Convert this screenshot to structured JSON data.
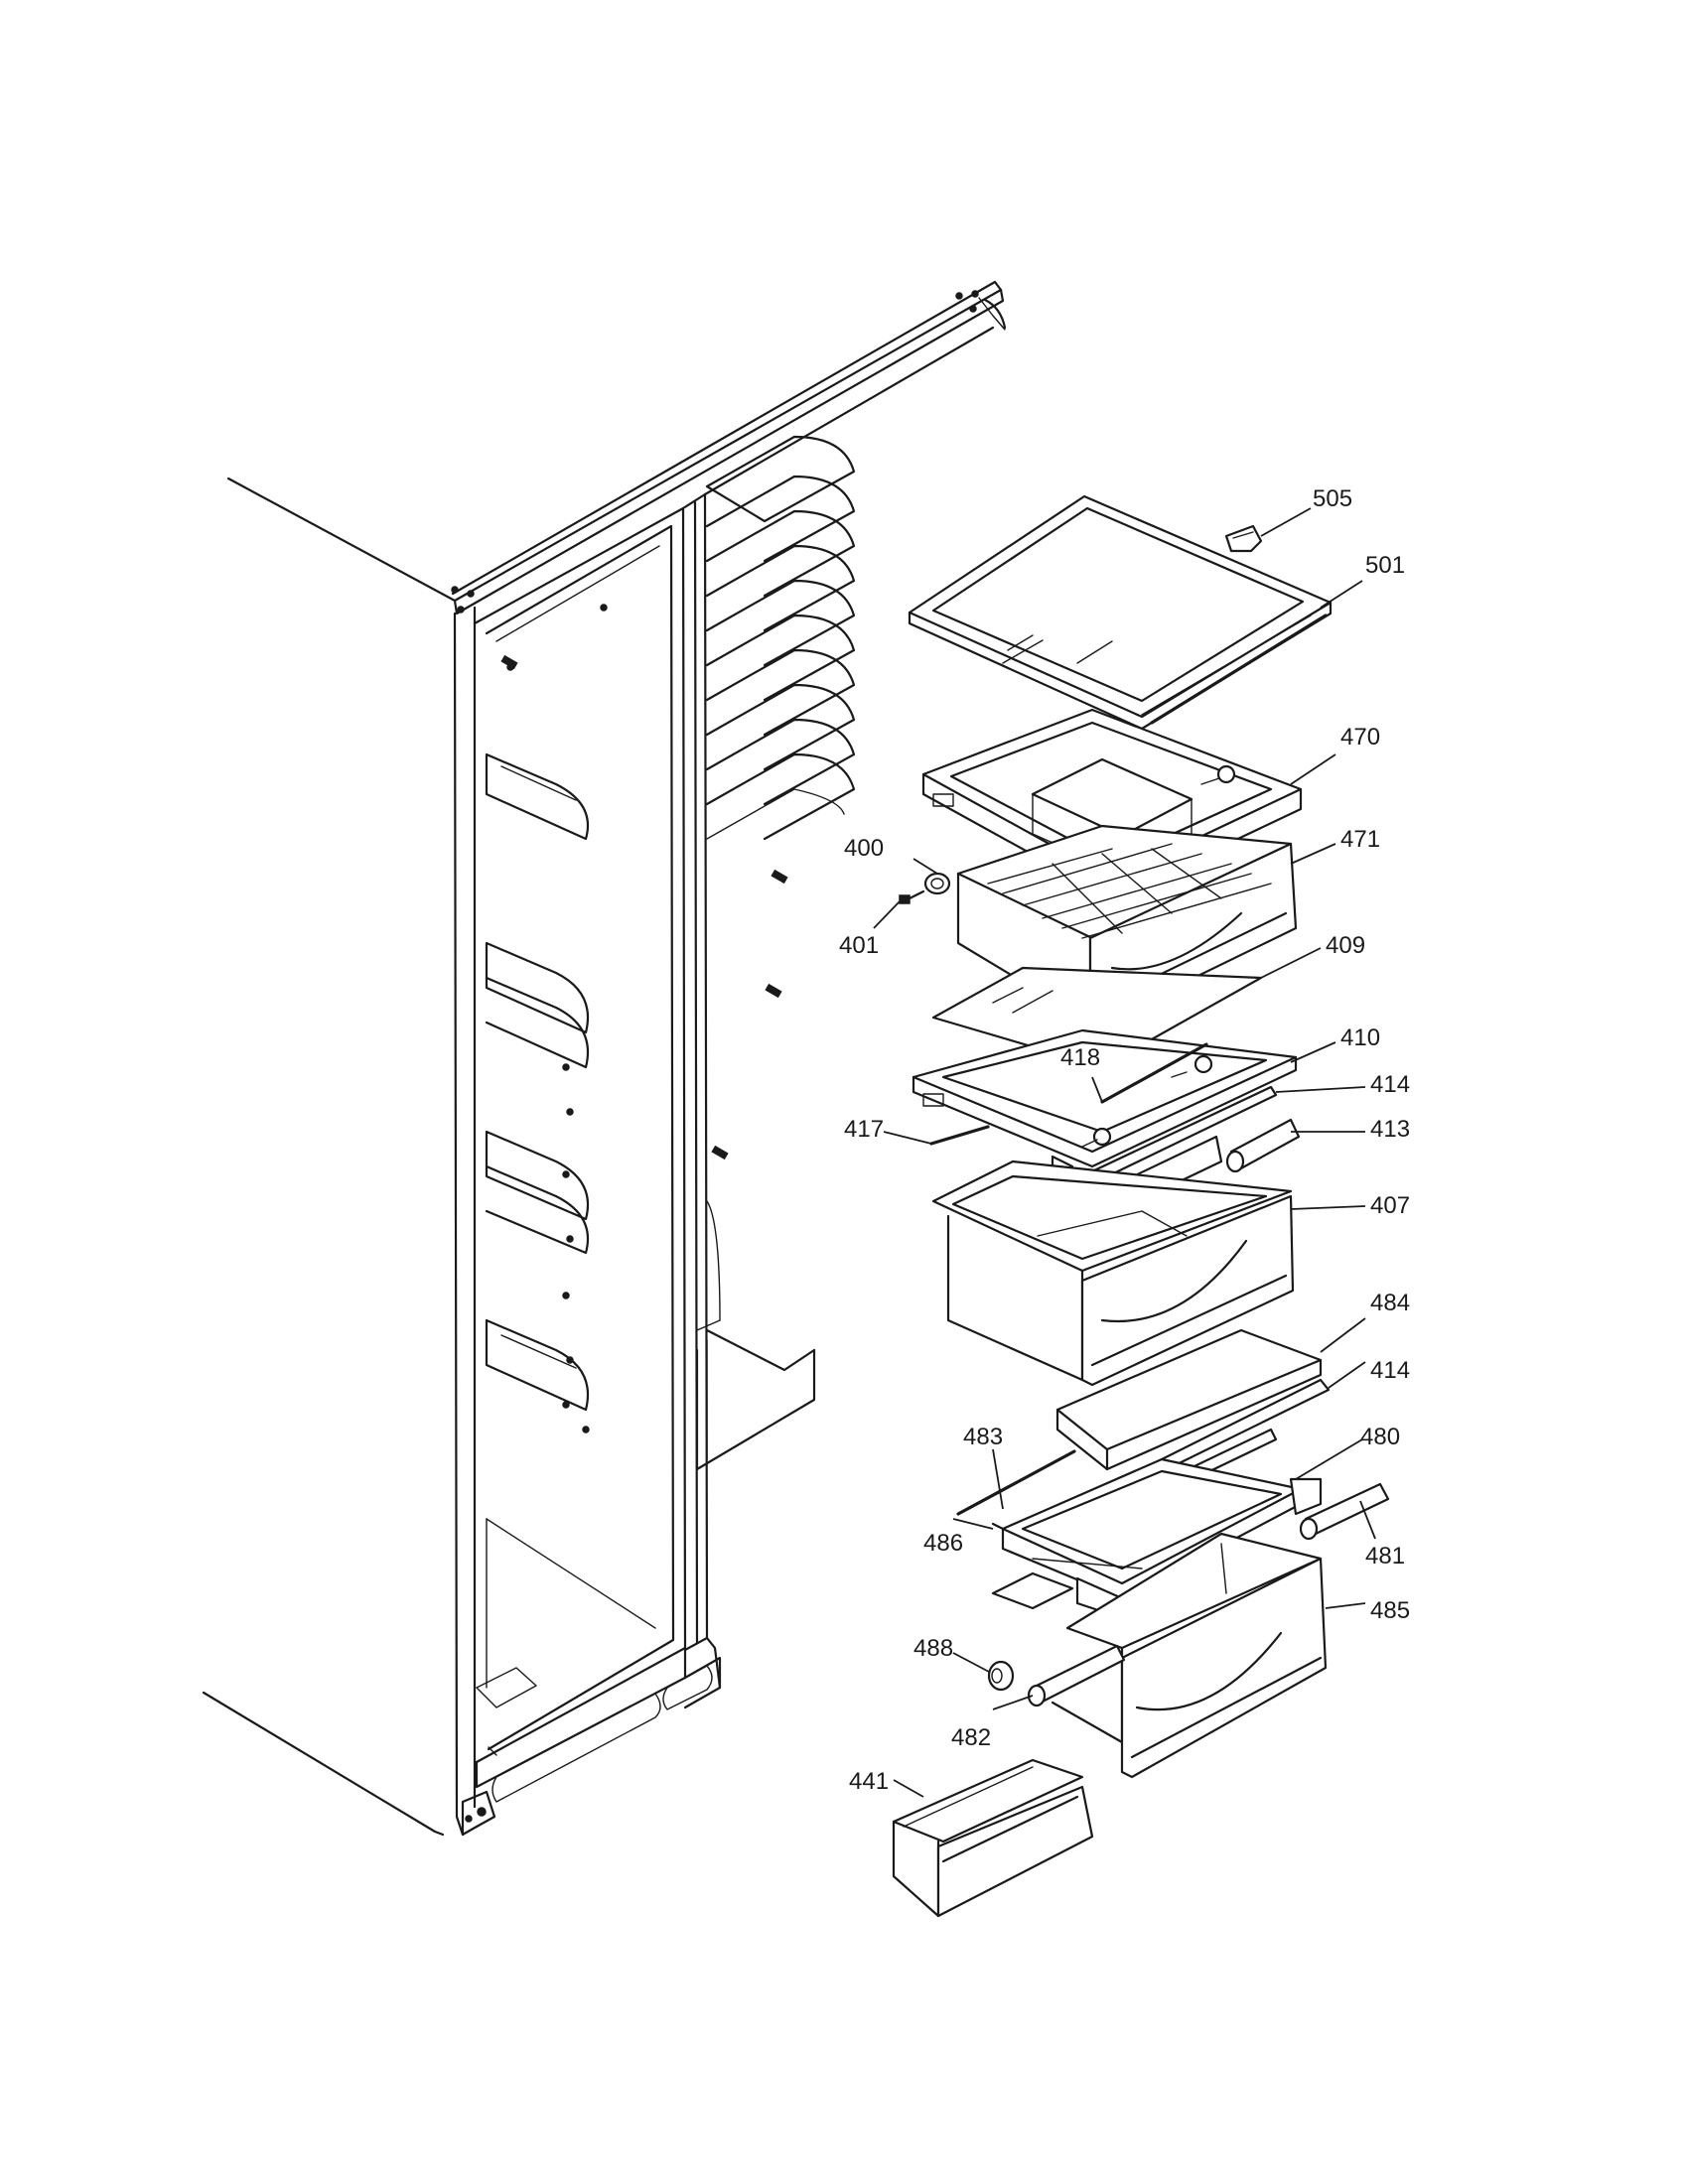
{
  "diagram": {
    "part_labels": [
      {
        "id": "505",
        "text": "505"
      },
      {
        "id": "501",
        "text": "501"
      },
      {
        "id": "470",
        "text": "470"
      },
      {
        "id": "471",
        "text": "471"
      },
      {
        "id": "400",
        "text": "400"
      },
      {
        "id": "401",
        "text": "401"
      },
      {
        "id": "409",
        "text": "409"
      },
      {
        "id": "410",
        "text": "410"
      },
      {
        "id": "418",
        "text": "418"
      },
      {
        "id": "414a",
        "text": "414"
      },
      {
        "id": "417",
        "text": "417"
      },
      {
        "id": "413",
        "text": "413"
      },
      {
        "id": "407",
        "text": "407"
      },
      {
        "id": "484",
        "text": "484"
      },
      {
        "id": "414b",
        "text": "414"
      },
      {
        "id": "483",
        "text": "483"
      },
      {
        "id": "480",
        "text": "480"
      },
      {
        "id": "486",
        "text": "486"
      },
      {
        "id": "481",
        "text": "481"
      },
      {
        "id": "485",
        "text": "485"
      },
      {
        "id": "488",
        "text": "488"
      },
      {
        "id": "482",
        "text": "482"
      },
      {
        "id": "441",
        "text": "441"
      }
    ]
  }
}
